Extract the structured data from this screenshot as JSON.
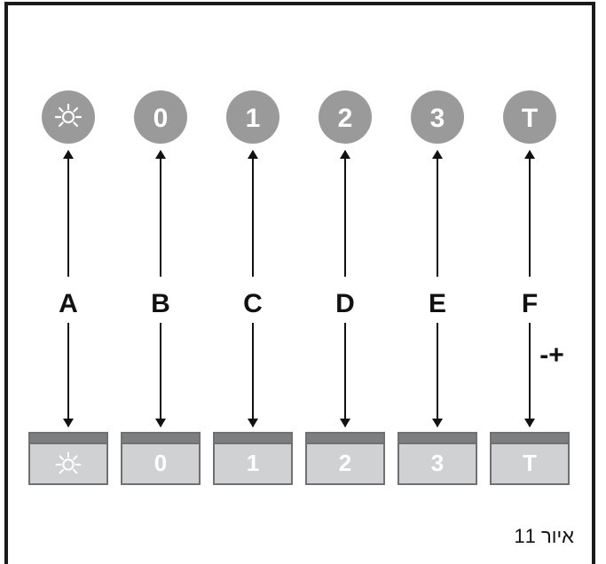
{
  "colors": {
    "frame": "#1a1a1a",
    "circle_fill": "#9a9a9b",
    "button_fill": "#d0d1d3",
    "button_top": "#7d7e80",
    "button_border": "#707172",
    "arrow": "#111111"
  },
  "columns": [
    {
      "id": "a",
      "circle_label": "",
      "circle_icon": "light-icon",
      "letter": "A",
      "button_label": "",
      "button_icon": "light-icon"
    },
    {
      "id": "b",
      "circle_label": "0",
      "letter": "B",
      "button_label": "0"
    },
    {
      "id": "c",
      "circle_label": "1",
      "letter": "C",
      "button_label": "1"
    },
    {
      "id": "d",
      "circle_label": "2",
      "letter": "D",
      "button_label": "2"
    },
    {
      "id": "e",
      "circle_label": "3",
      "letter": "E",
      "button_label": "3"
    },
    {
      "id": "f",
      "circle_label": "T",
      "letter": "F",
      "button_label": "T"
    }
  ],
  "plus_minus": "-+",
  "caption": "איור 11"
}
